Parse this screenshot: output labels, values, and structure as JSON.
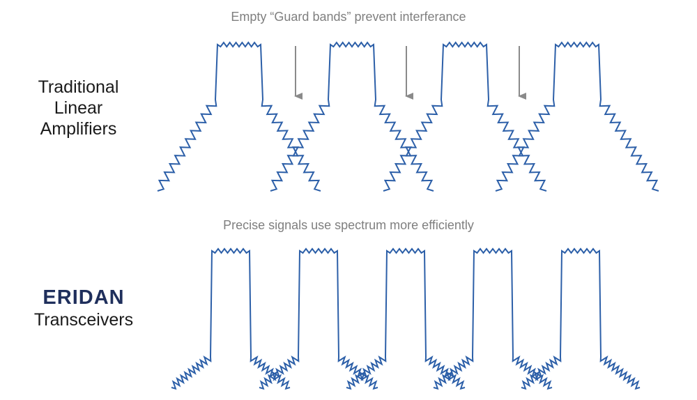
{
  "top": {
    "caption": "Empty “Guard bands” prevent interferance",
    "label_lines": [
      "Traditional",
      "Linear",
      "Amplifiers"
    ]
  },
  "bottom": {
    "caption": "Precise signals use spectrum more efficiently",
    "brand": "ERIDAN",
    "label": "Transceivers"
  },
  "colors": {
    "signal": "#2c5fa8",
    "arrow": "#8a8a8a",
    "caption": "#7f7f7f",
    "brand": "#1f2f5c"
  }
}
